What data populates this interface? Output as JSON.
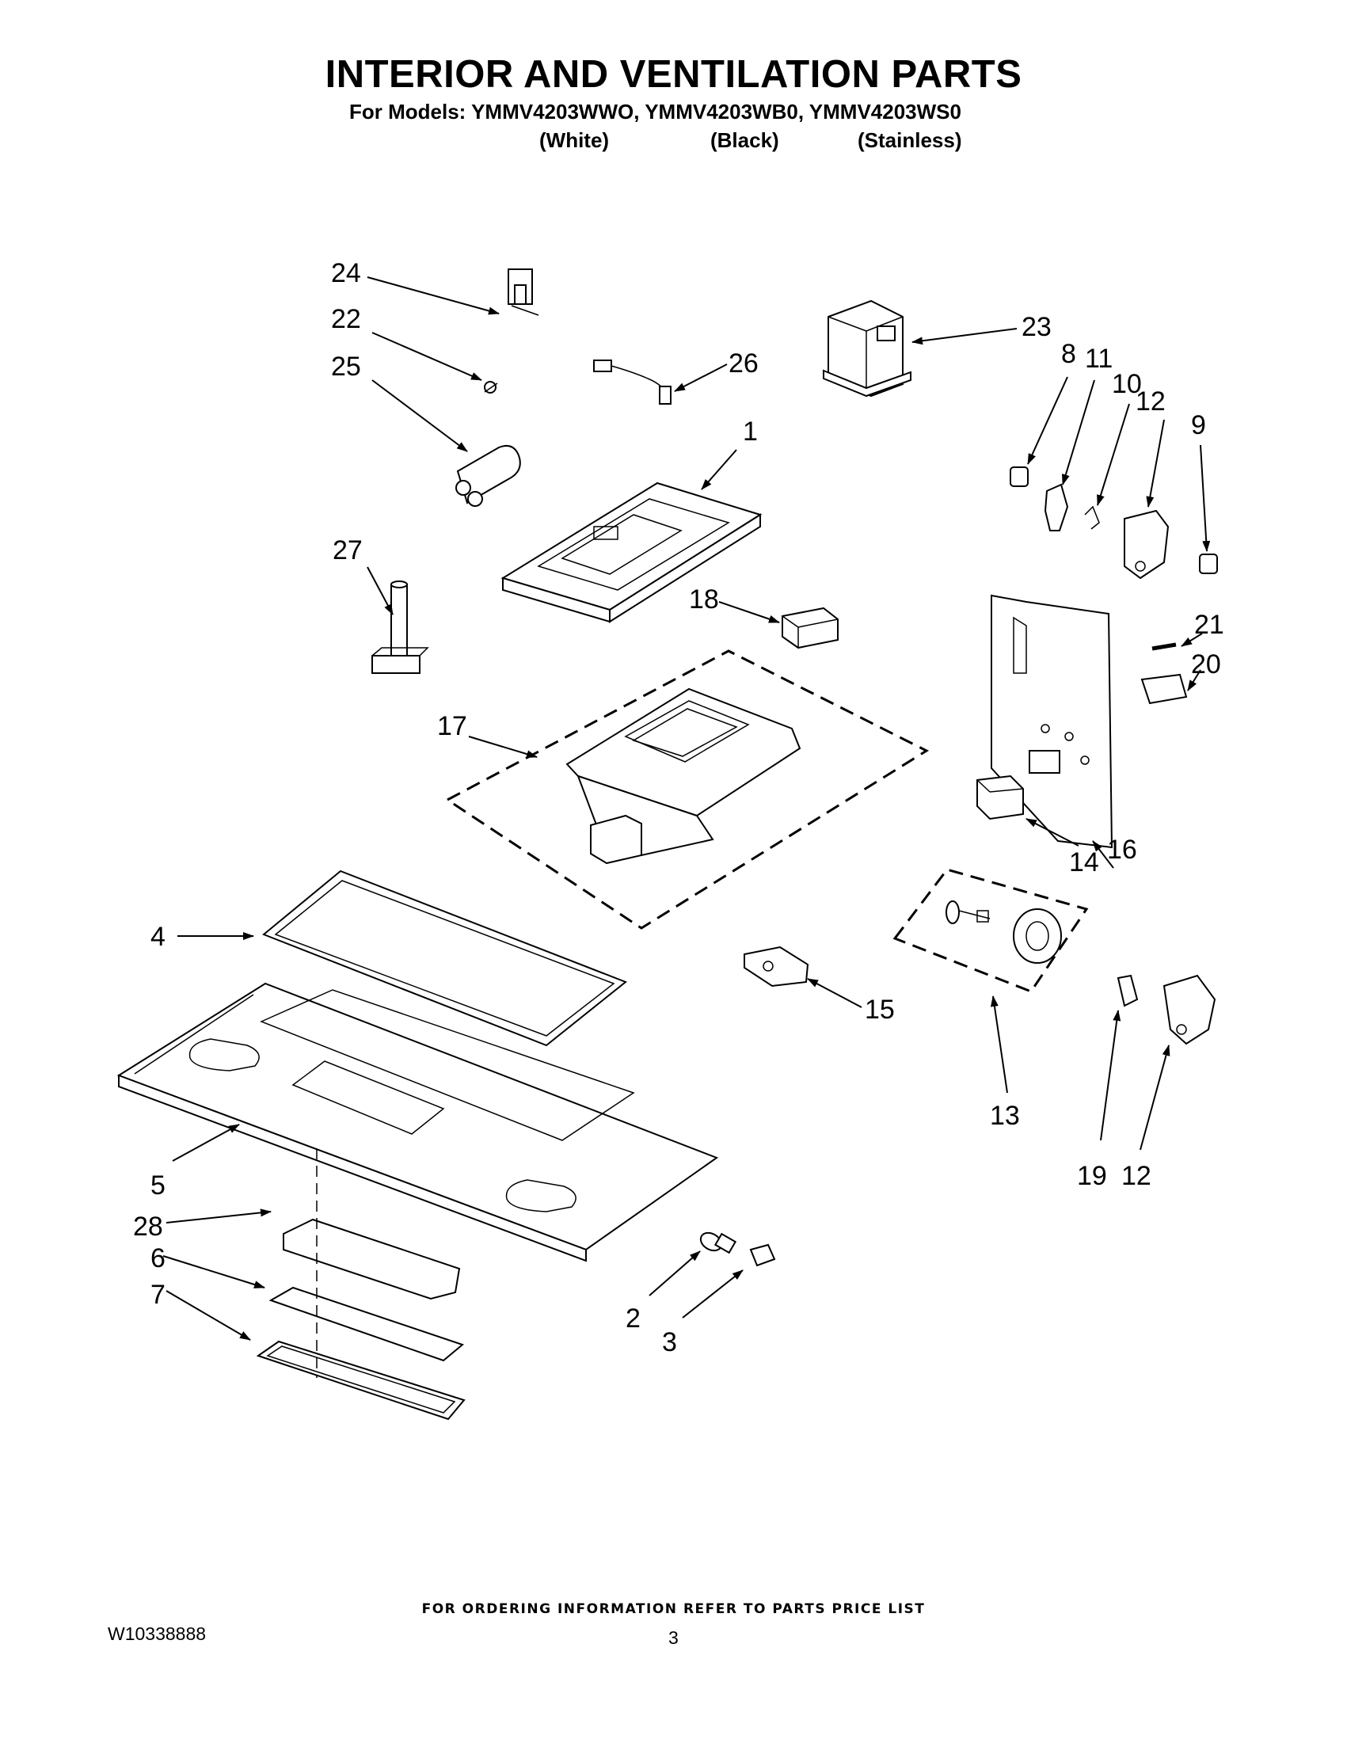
{
  "header": {
    "title": "INTERIOR AND VENTILATION PARTS",
    "models_line": "For Models: YMMV4203WWO, YMMV4203WB0, YMMV4203WS0",
    "variants": [
      "(White)",
      "(Black)",
      "(Stainless)"
    ]
  },
  "callouts": [
    "1",
    "2",
    "3",
    "4",
    "5",
    "6",
    "7",
    "8",
    "9",
    "10",
    "11",
    "12",
    "12",
    "13",
    "14",
    "15",
    "16",
    "17",
    "18",
    "19",
    "20",
    "21",
    "22",
    "23",
    "24",
    "25",
    "26",
    "27",
    "28"
  ],
  "footer": {
    "ordering_note": "FOR ORDERING INFORMATION REFER TO PARTS PRICE LIST",
    "doc_number": "W10338888",
    "page_number": "3"
  }
}
